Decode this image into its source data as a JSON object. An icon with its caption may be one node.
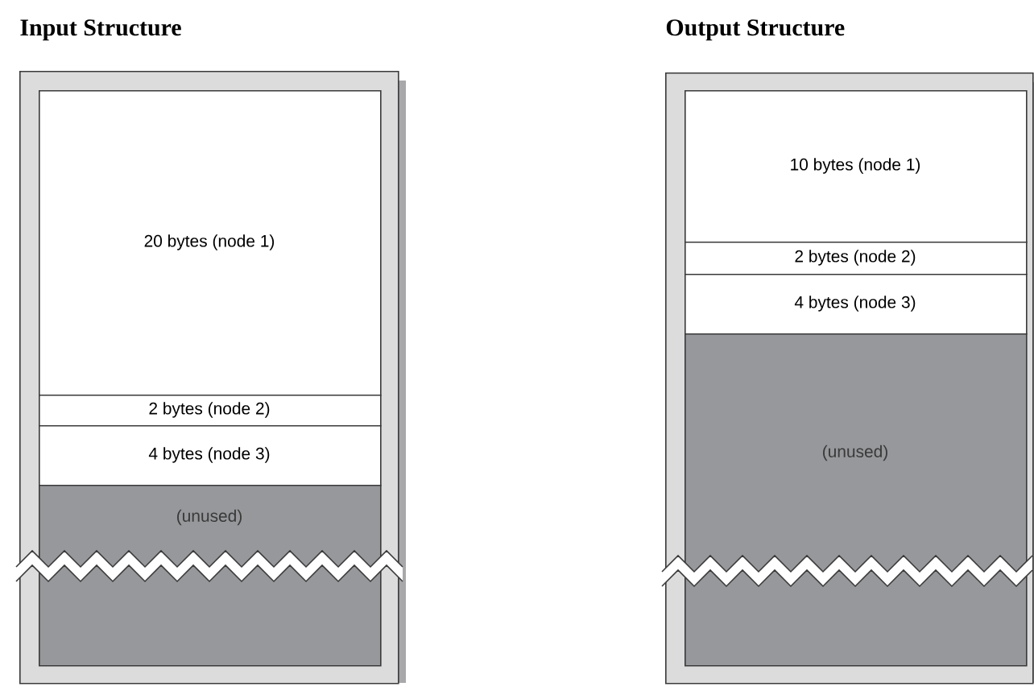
{
  "diagram": {
    "nodes": [
      {
        "text": [
          "Input Structure"
        ]
      },
      {
        "text": [
          "20 bytes (node 1)"
        ],
        "in": 0
      },
      {
        "text": [
          "2 bytes (node 2)"
        ],
        "in": 0
      },
      {
        "text": [
          "4 bytes (node 3)"
        ],
        "in": 0
      },
      {
        "text": [
          "(unused)"
        ],
        "in": 0
      },
      {
        "text": [
          "Output Structure"
        ]
      },
      {
        "text": [
          "10 bytes (node 1)"
        ],
        "in": 5
      },
      {
        "text": [
          "2 bytes (node 2)"
        ],
        "in": 5
      },
      {
        "text": [
          "4 bytes (node 3)"
        ],
        "in": 5
      },
      {
        "text": [
          "(unused)"
        ],
        "in": 5
      }
    ]
  }
}
